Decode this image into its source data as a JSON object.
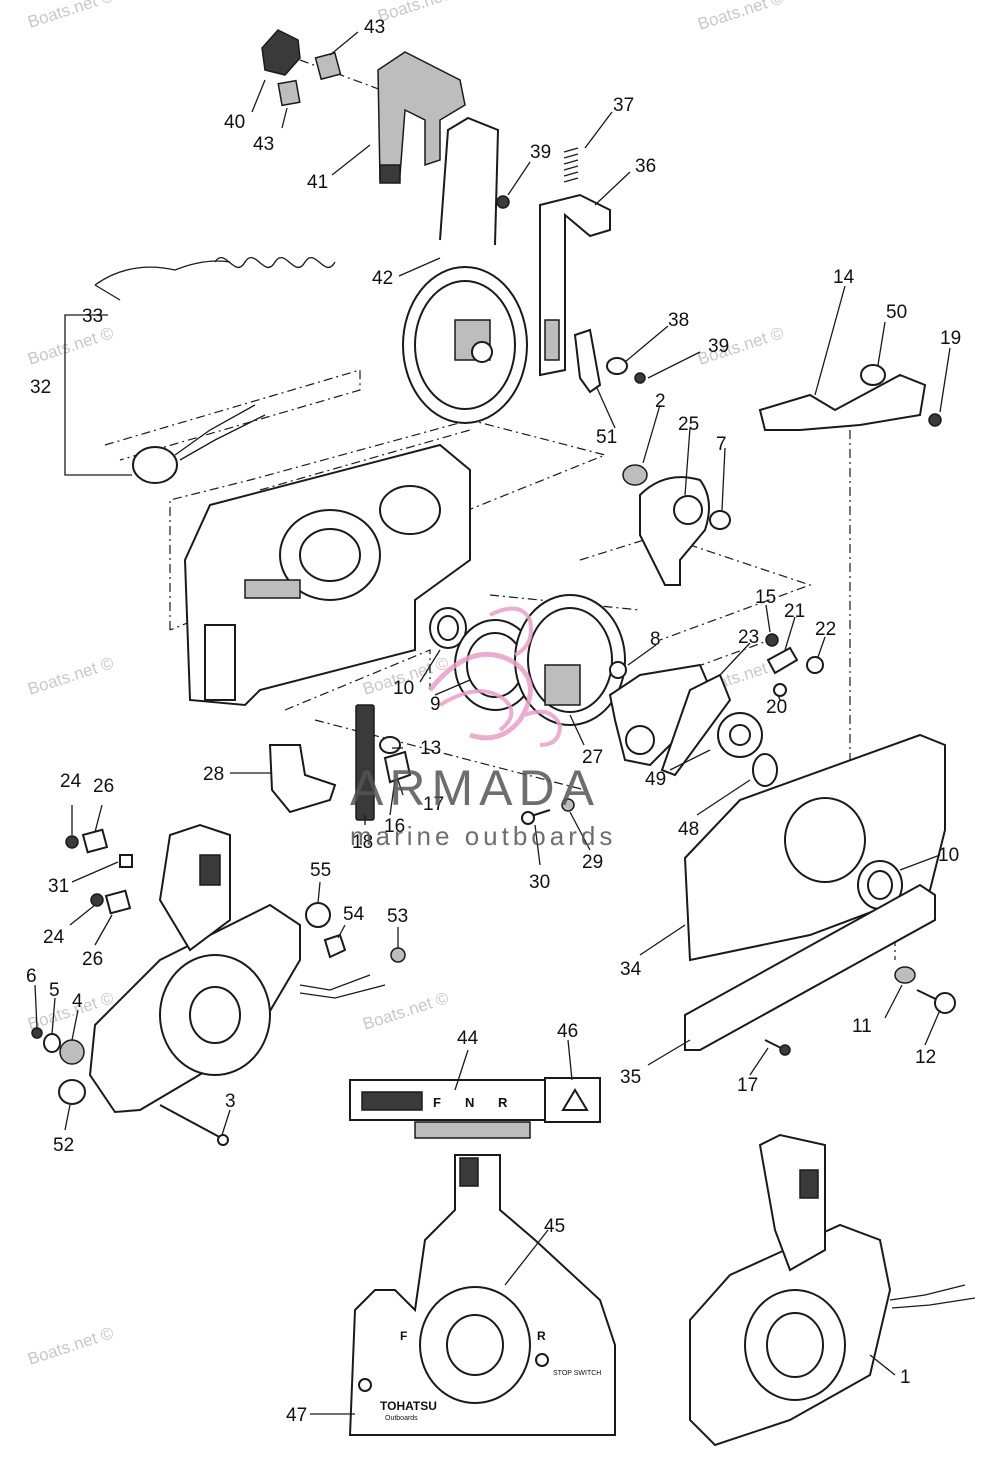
{
  "watermark": {
    "site": "Boats.net ©",
    "site_alt": "Boats.net"
  },
  "brand": {
    "name": "ARMADA",
    "tagline": "marine outboards",
    "color": "#e8a0c8"
  },
  "callouts": {
    "c1": "1",
    "c2": "2",
    "c3": "3",
    "c4": "4",
    "c5": "5",
    "c6": "6",
    "c7": "7",
    "c8": "8",
    "c9": "9",
    "c10a": "10",
    "c10b": "10",
    "c11": "11",
    "c12": "12",
    "c13": "13",
    "c14": "14",
    "c15": "15",
    "c16": "16",
    "c17a": "17",
    "c17b": "17",
    "c18": "18",
    "c19": "19",
    "c20": "20",
    "c21": "21",
    "c22": "22",
    "c23": "23",
    "c24a": "24",
    "c24b": "24",
    "c25": "25",
    "c26a": "26",
    "c26b": "26",
    "c27": "27",
    "c28": "28",
    "c29": "29",
    "c30": "30",
    "c31": "31",
    "c32": "32",
    "c33": "33",
    "c34": "34",
    "c35": "35",
    "c36": "36",
    "c37": "37",
    "c38": "38",
    "c39a": "39",
    "c39b": "39",
    "c40": "40",
    "c41": "41",
    "c42": "42",
    "c43a": "43",
    "c43b": "43",
    "c44": "44",
    "c45": "45",
    "c46": "46",
    "c47": "47",
    "c48": "48",
    "c49": "49",
    "c50": "50",
    "c51": "51",
    "c52": "52",
    "c53": "53",
    "c54": "54",
    "c55": "55"
  },
  "plate_44": {
    "forward": "F",
    "neutral": "N",
    "reverse": "R"
  },
  "remote_45": {
    "forward": "F",
    "reverse": "R",
    "stop_switch": "STOP SWITCH"
  },
  "decal_47": {
    "brand": "TOHATSU",
    "sub": "Outboards"
  }
}
